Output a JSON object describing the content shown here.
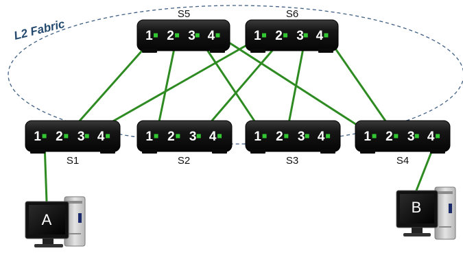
{
  "fabric_label": "L2 Fabric",
  "colors": {
    "link": "#2e8b22",
    "fabric_border": "#3f5f84",
    "fabric_label": "#24496e",
    "switch_body": "#141414",
    "port_led": "#33c833"
  },
  "switches": [
    {
      "id": "S5",
      "label": "S5",
      "ports": [
        "1",
        "2",
        "3",
        "4"
      ]
    },
    {
      "id": "S6",
      "label": "S6",
      "ports": [
        "1",
        "2",
        "3",
        "4"
      ]
    },
    {
      "id": "S1",
      "label": "S1",
      "ports": [
        "1",
        "2",
        "3",
        "4"
      ]
    },
    {
      "id": "S2",
      "label": "S2",
      "ports": [
        "1",
        "2",
        "3",
        "4"
      ]
    },
    {
      "id": "S3",
      "label": "S3",
      "ports": [
        "1",
        "2",
        "3",
        "4"
      ]
    },
    {
      "id": "S4",
      "label": "S4",
      "ports": [
        "1",
        "2",
        "3",
        "4"
      ]
    }
  ],
  "links": [
    {
      "from": "S5.1",
      "to": "S1.2"
    },
    {
      "from": "S5.2",
      "to": "S2.1"
    },
    {
      "from": "S5.3",
      "to": "S3.1"
    },
    {
      "from": "S5.4",
      "to": "S4.1"
    },
    {
      "from": "S6.1",
      "to": "S1.3"
    },
    {
      "from": "S6.2",
      "to": "S2.3"
    },
    {
      "from": "S6.3",
      "to": "S3.2"
    },
    {
      "from": "S6.4",
      "to": "S4.2"
    },
    {
      "from": "S1.1",
      "to": "A"
    },
    {
      "from": "S4.4",
      "to": "B"
    }
  ],
  "hosts": [
    {
      "id": "A",
      "label": "A"
    },
    {
      "id": "B",
      "label": "B"
    }
  ]
}
